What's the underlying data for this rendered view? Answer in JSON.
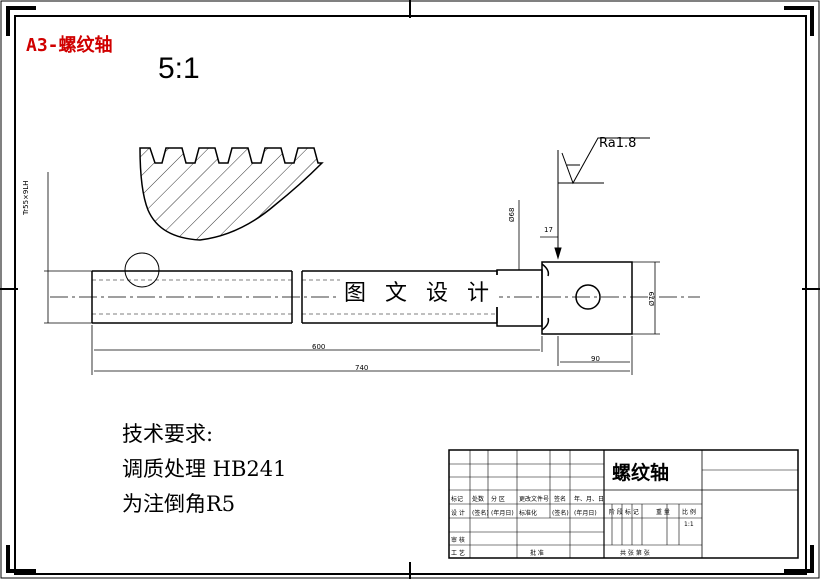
{
  "title_tag": "A3-螺纹轴",
  "scale": "5:1",
  "watermark": "图 文 设 计",
  "drawing": {
    "roughness": "Ra1.8",
    "thread_spec": "Tr55×9LH",
    "dims": {
      "d68": "Ø68",
      "d17": "17",
      "d79": "Ø79",
      "len600": "600",
      "len740": "740",
      "len90": "90"
    }
  },
  "requirements": {
    "heading": "技术要求:",
    "line1": "调质处理 HB241",
    "line2": "为注倒角R5"
  },
  "title_block": {
    "part_name": "螺纹轴",
    "row_labels": [
      "标记",
      "处数",
      "分 区",
      "更改文件号",
      "签名",
      "年、月、日"
    ],
    "design_row": [
      "设 计",
      "(签名)",
      "(年月日)",
      "标准化",
      "(签名)",
      "(年月日)"
    ],
    "stage_labels": [
      "阶 段 标 记",
      "重 量",
      "比 例"
    ],
    "ratio": "1:1",
    "review": "审 核",
    "process": "工 艺",
    "approve": "批 准",
    "sheet_info": "共 张 第 张"
  }
}
